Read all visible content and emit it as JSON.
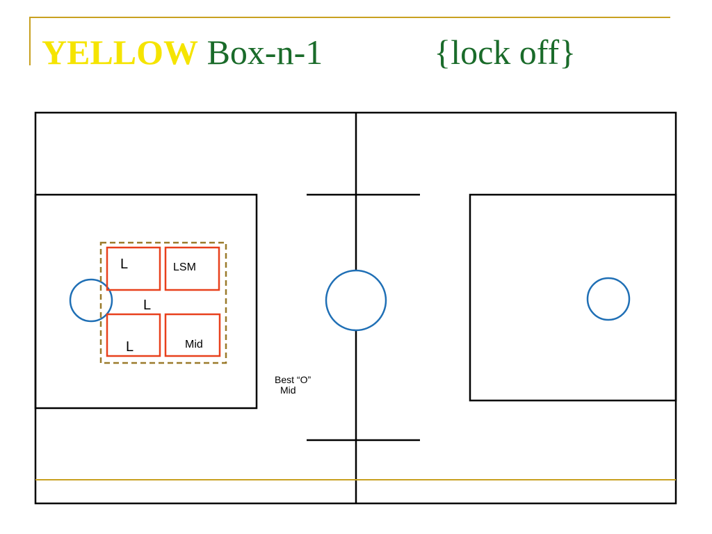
{
  "title": {
    "highlight": "YELLOW",
    "main": "Box-n-1",
    "suffix": "{lock off}"
  },
  "colors": {
    "highlight": "#f5e400",
    "title_text": "#1a6b2a",
    "accent_line": "#c8a020",
    "player_box": "#e8401c",
    "zone_outline": "#9a7a2a",
    "circle": "#1f6fb5"
  },
  "players": {
    "l_top": "L",
    "lsm": "LSM",
    "l_center": "L",
    "l_bottom": "L",
    "mid": "Mid"
  },
  "annotation": {
    "line1": "Best “O”",
    "line2": "Mid"
  }
}
